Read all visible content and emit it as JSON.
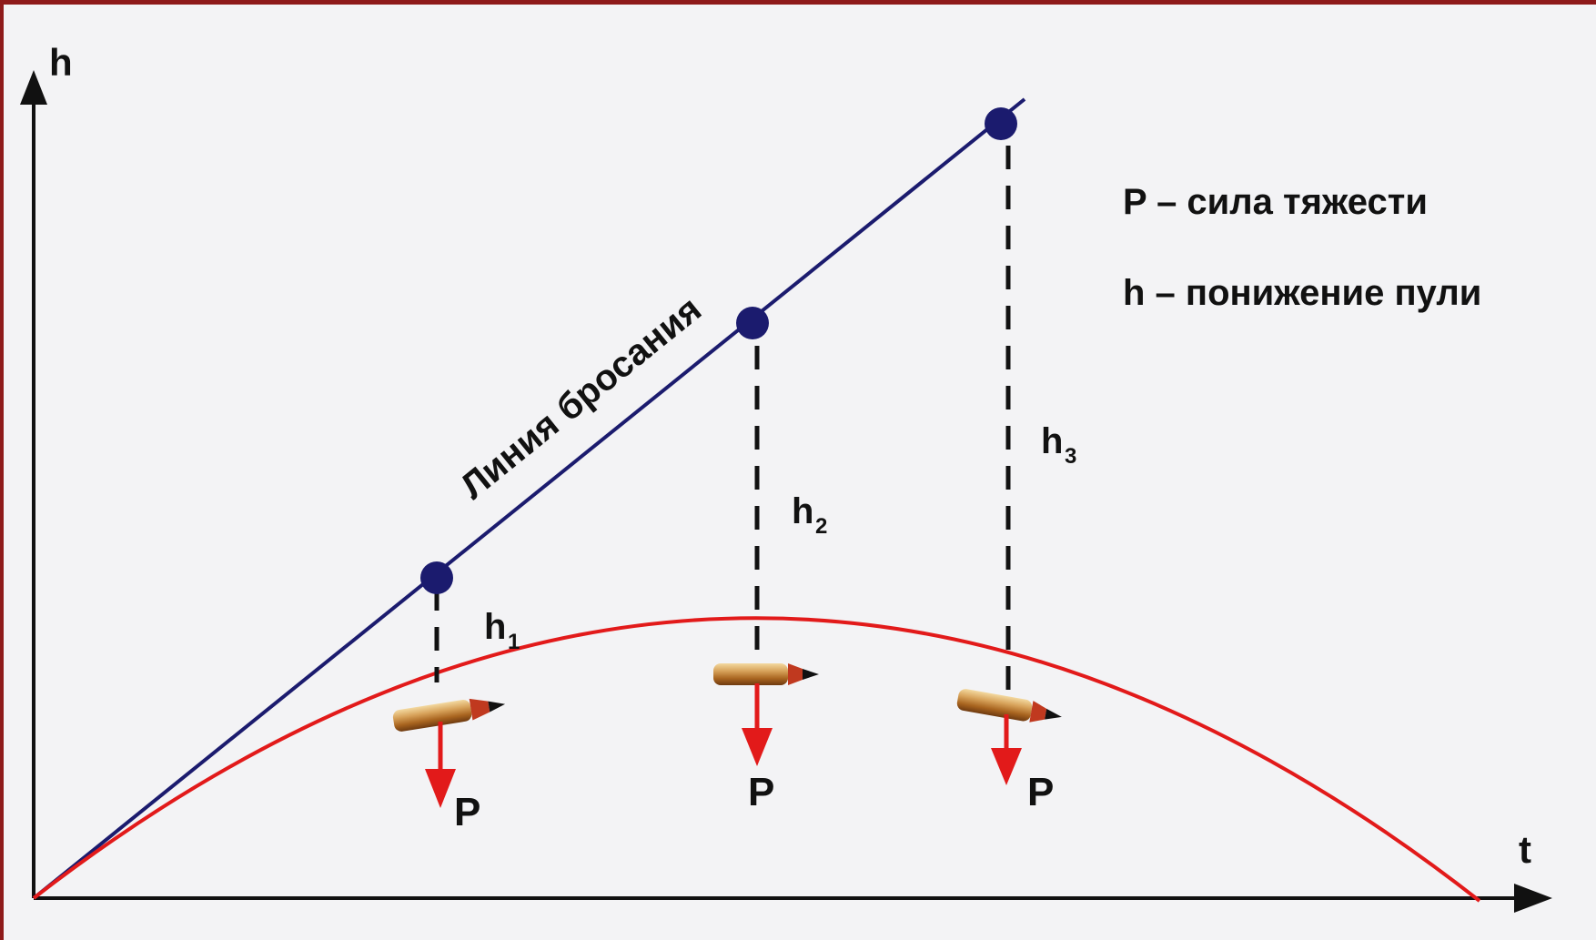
{
  "colors": {
    "frame": "#8e1a1a",
    "background": "#f3f3f5",
    "throw_line": "#1b1b6e",
    "trajectory": "#e21a1a",
    "gravity_arrow": "#e21a1a",
    "dashes": "#111111"
  },
  "axes": {
    "y_label": "h",
    "x_label": "t"
  },
  "throw_line": {
    "label": "Линия бросания"
  },
  "drops": [
    {
      "base": "h",
      "sub": "1",
      "force": "P"
    },
    {
      "base": "h",
      "sub": "2",
      "force": "P"
    },
    {
      "base": "h",
      "sub": "3",
      "force": "P"
    }
  ],
  "legend": {
    "line1": "P – сила тяжести",
    "line2": "h – понижение пули"
  }
}
